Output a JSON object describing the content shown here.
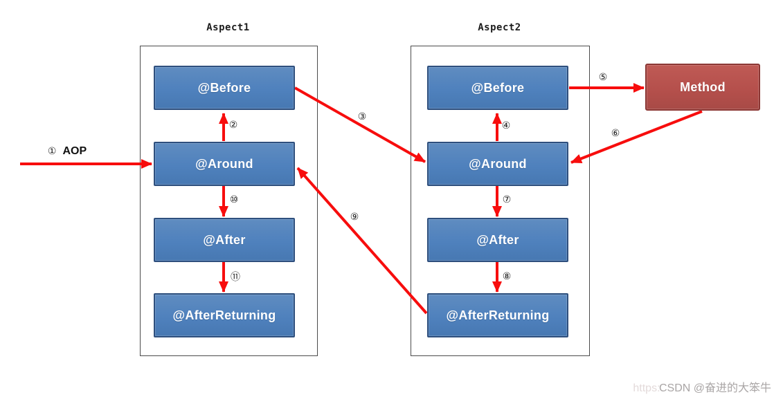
{
  "diagram": {
    "aspect1": {
      "title": "Aspect1",
      "boxes": [
        {
          "label": "@Before"
        },
        {
          "label": "@Around"
        },
        {
          "label": "@After"
        },
        {
          "label": "@AfterReturning"
        }
      ]
    },
    "aspect2": {
      "title": "Aspect2",
      "boxes": [
        {
          "label": "@Before"
        },
        {
          "label": "@Around"
        },
        {
          "label": "@After"
        },
        {
          "label": "@AfterReturning"
        }
      ]
    },
    "method": {
      "label": "Method"
    },
    "arrows": {
      "a1": {
        "num": "①",
        "text": "AOP",
        "from": "start",
        "to": "aspect1-around"
      },
      "a2": {
        "num": "②",
        "from": "aspect1-around",
        "to": "aspect1-before"
      },
      "a3": {
        "num": "③",
        "from": "aspect1-before",
        "to": "aspect2-around"
      },
      "a4": {
        "num": "④",
        "from": "aspect2-around",
        "to": "aspect2-before"
      },
      "a5": {
        "num": "⑤",
        "from": "aspect2-before",
        "to": "method"
      },
      "a6": {
        "num": "⑥",
        "from": "method",
        "to": "aspect2-around"
      },
      "a7": {
        "num": "⑦",
        "from": "aspect2-around",
        "to": "aspect2-after"
      },
      "a8": {
        "num": "⑧",
        "from": "aspect2-after",
        "to": "aspect2-afterreturning"
      },
      "a9": {
        "num": "⑨",
        "from": "aspect2-afterreturning",
        "to": "aspect1-around"
      },
      "a10": {
        "num": "⑩",
        "from": "aspect1-around",
        "to": "aspect1-after"
      },
      "a11": {
        "num": "⑪",
        "from": "aspect1-after",
        "to": "aspect1-afterreturning"
      }
    },
    "colors": {
      "node_fill": "#4f81bd",
      "node_border": "#2e4f7d",
      "method_fill": "#b5504c",
      "method_border": "#8b3734",
      "arrow": "#f70d0d"
    }
  },
  "watermark": {
    "prefix": "https:",
    "text": "CSDN @奋进的大笨牛"
  }
}
